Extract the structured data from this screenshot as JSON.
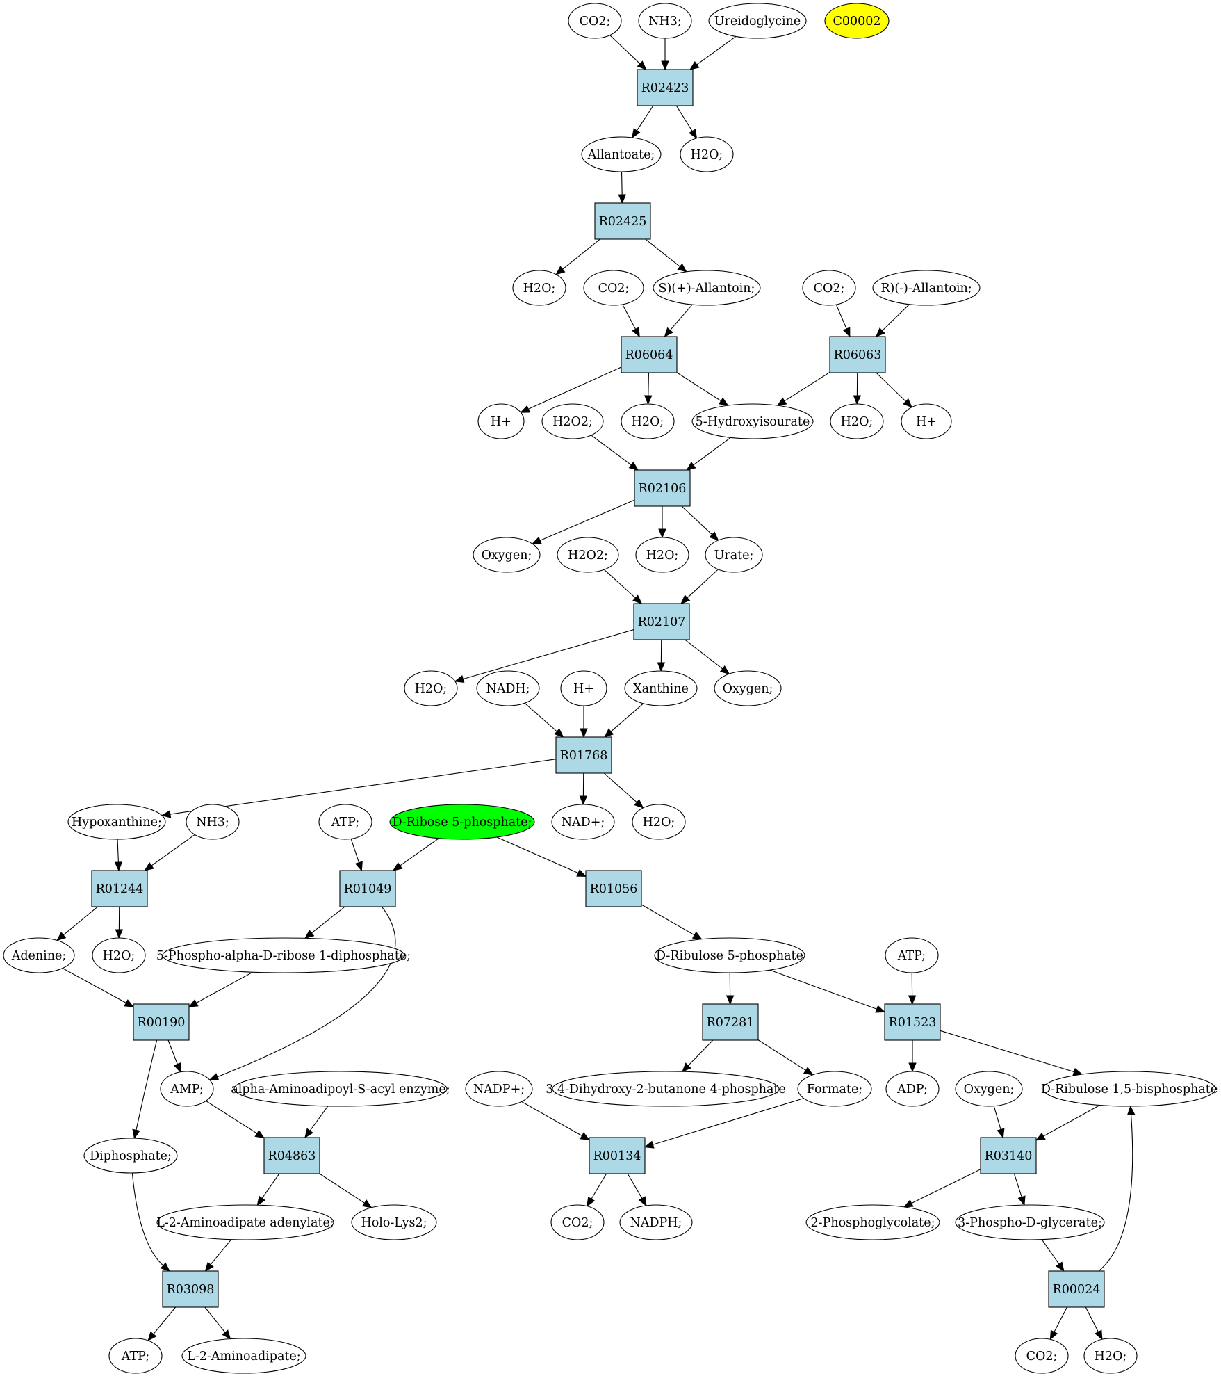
{
  "colors": {
    "reaction_fill": "#add8e6",
    "compound_fill": "#ffffff",
    "highlight_query": "#ffff00",
    "highlight_start": "#00ff00",
    "stroke": "#000000"
  },
  "nodes": {
    "c_co2_1": {
      "label": "CO2;",
      "shape": "compound"
    },
    "c_nh3_1": {
      "label": "NH3;",
      "shape": "compound"
    },
    "c_ureidoglycine": {
      "label": "Ureidoglycine",
      "shape": "compound"
    },
    "c_c00002": {
      "label": "C00002",
      "shape": "compound",
      "highlight": "highlight_query"
    },
    "r_R02423": {
      "label": "R02423",
      "shape": "reaction"
    },
    "c_allantoate": {
      "label": "Allantoate;",
      "shape": "compound"
    },
    "c_h2o_1": {
      "label": "H2O;",
      "shape": "compound"
    },
    "r_R02425": {
      "label": "R02425",
      "shape": "reaction"
    },
    "c_h2o_2": {
      "label": "H2O;",
      "shape": "compound"
    },
    "c_co2_2": {
      "label": "CO2;",
      "shape": "compound"
    },
    "c_s_allantoin": {
      "label": "S)(+)-Allantoin;",
      "shape": "compound"
    },
    "c_co2_3": {
      "label": "CO2;",
      "shape": "compound"
    },
    "c_r_allantoin": {
      "label": "R)(-)-Allantoin;",
      "shape": "compound"
    },
    "r_R06064": {
      "label": "R06064",
      "shape": "reaction"
    },
    "r_R06063": {
      "label": "R06063",
      "shape": "reaction"
    },
    "c_hplus_1": {
      "label": "H+",
      "shape": "compound"
    },
    "c_h2o2_1": {
      "label": "H2O2;",
      "shape": "compound"
    },
    "c_h2o_3": {
      "label": "H2O;",
      "shape": "compound"
    },
    "c_5hiu": {
      "label": "5-Hydroxyisourate",
      "shape": "compound"
    },
    "c_h2o_4": {
      "label": "H2O;",
      "shape": "compound"
    },
    "c_hplus_2": {
      "label": "H+",
      "shape": "compound"
    },
    "r_R02106": {
      "label": "R02106",
      "shape": "reaction"
    },
    "c_oxygen_1": {
      "label": "Oxygen;",
      "shape": "compound"
    },
    "c_h2o2_2": {
      "label": "H2O2;",
      "shape": "compound"
    },
    "c_h2o_5": {
      "label": "H2O;",
      "shape": "compound"
    },
    "c_urate": {
      "label": "Urate;",
      "shape": "compound"
    },
    "r_R02107": {
      "label": "R02107",
      "shape": "reaction"
    },
    "c_h2o_6": {
      "label": "H2O;",
      "shape": "compound"
    },
    "c_nadh": {
      "label": "NADH;",
      "shape": "compound"
    },
    "c_hplus_3": {
      "label": "H+",
      "shape": "compound"
    },
    "c_xanthine": {
      "label": "Xanthine",
      "shape": "compound"
    },
    "c_oxygen_2": {
      "label": "Oxygen;",
      "shape": "compound"
    },
    "r_R01768": {
      "label": "R01768",
      "shape": "reaction"
    },
    "c_hypoxanthine": {
      "label": "Hypoxanthine;",
      "shape": "compound"
    },
    "c_nh3_2": {
      "label": "NH3;",
      "shape": "compound"
    },
    "c_atp_1": {
      "label": "ATP;",
      "shape": "compound"
    },
    "c_r5p": {
      "label": "D-Ribose 5-phosphate;",
      "shape": "compound",
      "highlight": "highlight_start"
    },
    "c_nadplus": {
      "label": "NAD+;",
      "shape": "compound"
    },
    "c_h2o_7": {
      "label": "H2O;",
      "shape": "compound"
    },
    "r_R01244": {
      "label": "R01244",
      "shape": "reaction"
    },
    "r_R01049": {
      "label": "R01049",
      "shape": "reaction"
    },
    "r_R01056": {
      "label": "R01056",
      "shape": "reaction"
    },
    "c_adenine": {
      "label": "Adenine;",
      "shape": "compound"
    },
    "c_h2o_8": {
      "label": "H2O;",
      "shape": "compound"
    },
    "c_prpp": {
      "label": "5-Phospho-alpha-D-ribose 1-diphosphate;",
      "shape": "compound"
    },
    "c_ru5p": {
      "label": "D-Ribulose 5-phosphate",
      "shape": "compound"
    },
    "c_atp_2": {
      "label": "ATP;",
      "shape": "compound"
    },
    "r_R00190": {
      "label": "R00190",
      "shape": "reaction"
    },
    "r_R07281": {
      "label": "R07281",
      "shape": "reaction"
    },
    "r_R01523": {
      "label": "R01523",
      "shape": "reaction"
    },
    "c_amp": {
      "label": "AMP;",
      "shape": "compound"
    },
    "c_aminoadipoyl": {
      "label": "alpha-Aminoadipoyl-S-acyl enzyme;",
      "shape": "compound"
    },
    "c_nadpplus": {
      "label": "NADP+;",
      "shape": "compound"
    },
    "c_dhbp": {
      "label": "3,4-Dihydroxy-2-butanone 4-phosphate",
      "shape": "compound"
    },
    "c_formate": {
      "label": "Formate;",
      "shape": "compound"
    },
    "c_adp": {
      "label": "ADP;",
      "shape": "compound"
    },
    "c_oxygen_3": {
      "label": "Oxygen;",
      "shape": "compound"
    },
    "c_rubp": {
      "label": "D-Ribulose 1,5-bisphosphate",
      "shape": "compound"
    },
    "c_diphosphate": {
      "label": "Diphosphate;",
      "shape": "compound"
    },
    "r_R04863": {
      "label": "R04863",
      "shape": "reaction"
    },
    "r_R00134": {
      "label": "R00134",
      "shape": "reaction"
    },
    "r_R03140": {
      "label": "R03140",
      "shape": "reaction"
    },
    "c_l2aa_adenylate": {
      "label": "L-2-Aminoadipate adenylate;",
      "shape": "compound"
    },
    "c_holo_lys2": {
      "label": "Holo-Lys2;",
      "shape": "compound"
    },
    "c_co2_4": {
      "label": "CO2;",
      "shape": "compound"
    },
    "c_nadph": {
      "label": "NADPH;",
      "shape": "compound"
    },
    "c_2pg": {
      "label": "2-Phosphoglycolate;",
      "shape": "compound"
    },
    "c_3pg": {
      "label": "3-Phospho-D-glycerate;",
      "shape": "compound"
    },
    "r_R03098": {
      "label": "R03098",
      "shape": "reaction"
    },
    "r_R00024": {
      "label": "R00024",
      "shape": "reaction"
    },
    "c_atp_3": {
      "label": "ATP;",
      "shape": "compound"
    },
    "c_l2aa": {
      "label": "L-2-Aminoadipate;",
      "shape": "compound"
    },
    "c_co2_5": {
      "label": "CO2;",
      "shape": "compound"
    },
    "c_h2o_9": {
      "label": "H2O;",
      "shape": "compound"
    }
  },
  "edges": [
    [
      "c_co2_1",
      "r_R02423"
    ],
    [
      "c_nh3_1",
      "r_R02423"
    ],
    [
      "c_ureidoglycine",
      "r_R02423"
    ],
    [
      "r_R02423",
      "c_allantoate"
    ],
    [
      "r_R02423",
      "c_h2o_1"
    ],
    [
      "c_allantoate",
      "r_R02425"
    ],
    [
      "r_R02425",
      "c_h2o_2"
    ],
    [
      "r_R02425",
      "c_s_allantoin"
    ],
    [
      "c_co2_2",
      "r_R06064"
    ],
    [
      "c_s_allantoin",
      "r_R06064"
    ],
    [
      "c_co2_3",
      "r_R06063"
    ],
    [
      "c_r_allantoin",
      "r_R06063"
    ],
    [
      "r_R06064",
      "c_hplus_1"
    ],
    [
      "r_R06064",
      "c_h2o_3"
    ],
    [
      "r_R06064",
      "c_5hiu"
    ],
    [
      "r_R06063",
      "c_5hiu"
    ],
    [
      "r_R06063",
      "c_h2o_4"
    ],
    [
      "r_R06063",
      "c_hplus_2"
    ],
    [
      "c_h2o2_1",
      "r_R02106"
    ],
    [
      "c_5hiu",
      "r_R02106"
    ],
    [
      "r_R02106",
      "c_oxygen_1"
    ],
    [
      "r_R02106",
      "c_h2o_5"
    ],
    [
      "r_R02106",
      "c_urate"
    ],
    [
      "c_h2o2_2",
      "r_R02107"
    ],
    [
      "c_urate",
      "r_R02107"
    ],
    [
      "r_R02107",
      "c_h2o_6"
    ],
    [
      "r_R02107",
      "c_xanthine"
    ],
    [
      "r_R02107",
      "c_oxygen_2"
    ],
    [
      "c_nadh",
      "r_R01768"
    ],
    [
      "c_hplus_3",
      "r_R01768"
    ],
    [
      "c_xanthine",
      "r_R01768"
    ],
    [
      "r_R01768",
      "c_hypoxanthine"
    ],
    [
      "r_R01768",
      "c_nadplus"
    ],
    [
      "r_R01768",
      "c_h2o_7"
    ],
    [
      "c_hypoxanthine",
      "r_R01244"
    ],
    [
      "c_nh3_2",
      "r_R01244"
    ],
    [
      "c_atp_1",
      "r_R01049"
    ],
    [
      "c_r5p",
      "r_R01049"
    ],
    [
      "c_r5p",
      "r_R01056"
    ],
    [
      "r_R01244",
      "c_adenine"
    ],
    [
      "r_R01244",
      "c_h2o_8"
    ],
    [
      "r_R01049",
      "c_prpp"
    ],
    [
      "r_R01049",
      "c_amp",
      "curve"
    ],
    [
      "r_R01056",
      "c_ru5p"
    ],
    [
      "c_adenine",
      "r_R00190"
    ],
    [
      "c_prpp",
      "r_R00190"
    ],
    [
      "c_ru5p",
      "r_R07281"
    ],
    [
      "c_ru5p",
      "r_R01523"
    ],
    [
      "c_atp_2",
      "r_R01523"
    ],
    [
      "r_R00190",
      "c_amp"
    ],
    [
      "r_R00190",
      "c_diphosphate",
      "curve"
    ],
    [
      "r_R07281",
      "c_dhbp"
    ],
    [
      "r_R07281",
      "c_formate"
    ],
    [
      "r_R01523",
      "c_adp"
    ],
    [
      "r_R01523",
      "c_rubp"
    ],
    [
      "c_amp",
      "r_R04863"
    ],
    [
      "c_aminoadipoyl",
      "r_R04863"
    ],
    [
      "c_nadpplus",
      "r_R00134"
    ],
    [
      "c_formate",
      "r_R00134"
    ],
    [
      "c_oxygen_3",
      "r_R03140"
    ],
    [
      "c_rubp",
      "r_R03140"
    ],
    [
      "c_diphosphate",
      "r_R03098",
      "curve"
    ],
    [
      "r_R04863",
      "c_l2aa_adenylate"
    ],
    [
      "r_R04863",
      "c_holo_lys2"
    ],
    [
      "r_R00134",
      "c_co2_4"
    ],
    [
      "r_R00134",
      "c_nadph"
    ],
    [
      "r_R03140",
      "c_2pg"
    ],
    [
      "r_R03140",
      "c_3pg"
    ],
    [
      "c_l2aa_adenylate",
      "r_R03098"
    ],
    [
      "c_3pg",
      "r_R00024"
    ],
    [
      "r_R03098",
      "c_atp_3"
    ],
    [
      "r_R03098",
      "c_l2aa"
    ],
    [
      "r_R00024",
      "c_co2_5"
    ],
    [
      "r_R00024",
      "c_h2o_9"
    ],
    [
      "r_R00024",
      "c_rubp",
      "curve"
    ]
  ]
}
